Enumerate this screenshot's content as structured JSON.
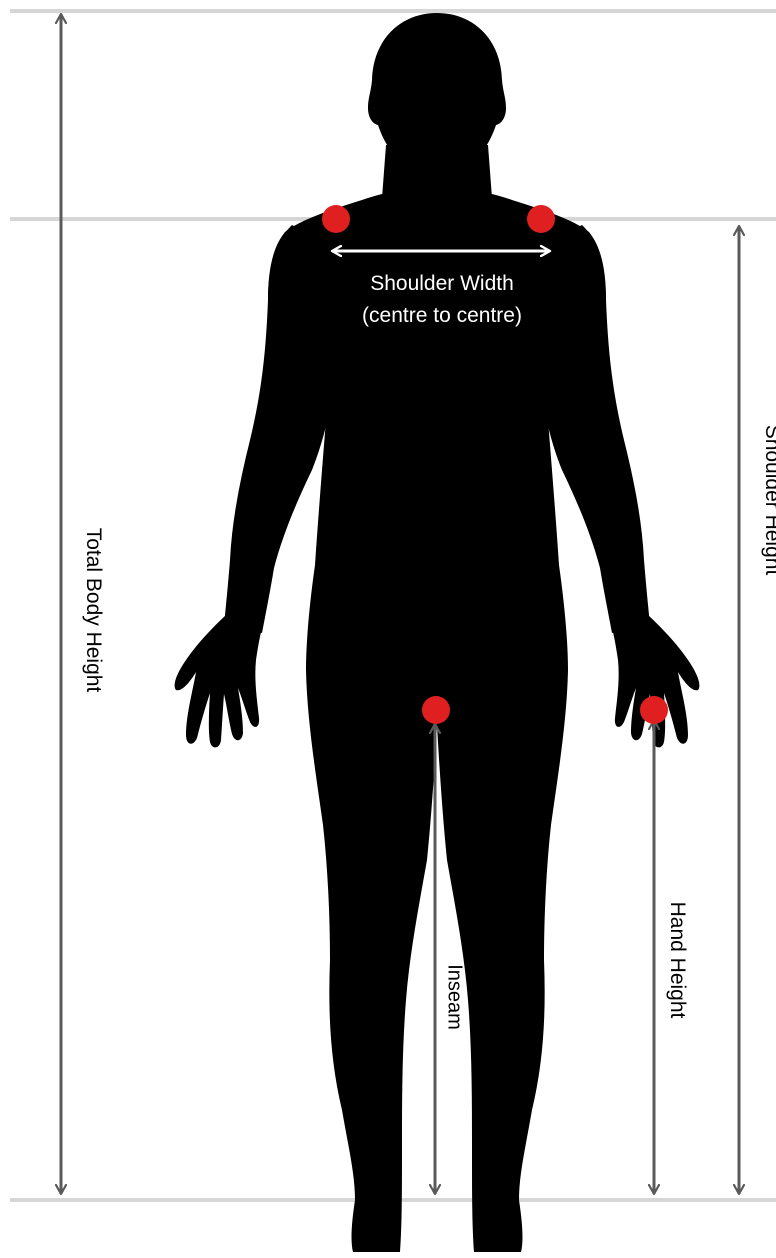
{
  "labels": {
    "total_body_height": "Total Body Height",
    "shoulder_width_line1": "Shoulder Width",
    "shoulder_width_line2": "(centre to centre)",
    "inseam": "Inseam",
    "hand_height": "Hand Height",
    "shoulder_height": "Shoulder Height"
  },
  "colors": {
    "silhouette": "#000000",
    "reference_line": "#d6d6d6",
    "arrow": "#5a5a5a",
    "marker": "#e02020",
    "inner_arrow": "#ffffff"
  },
  "markers": [
    "left-shoulder-point",
    "right-shoulder-point",
    "crotch-point",
    "hand-point"
  ]
}
